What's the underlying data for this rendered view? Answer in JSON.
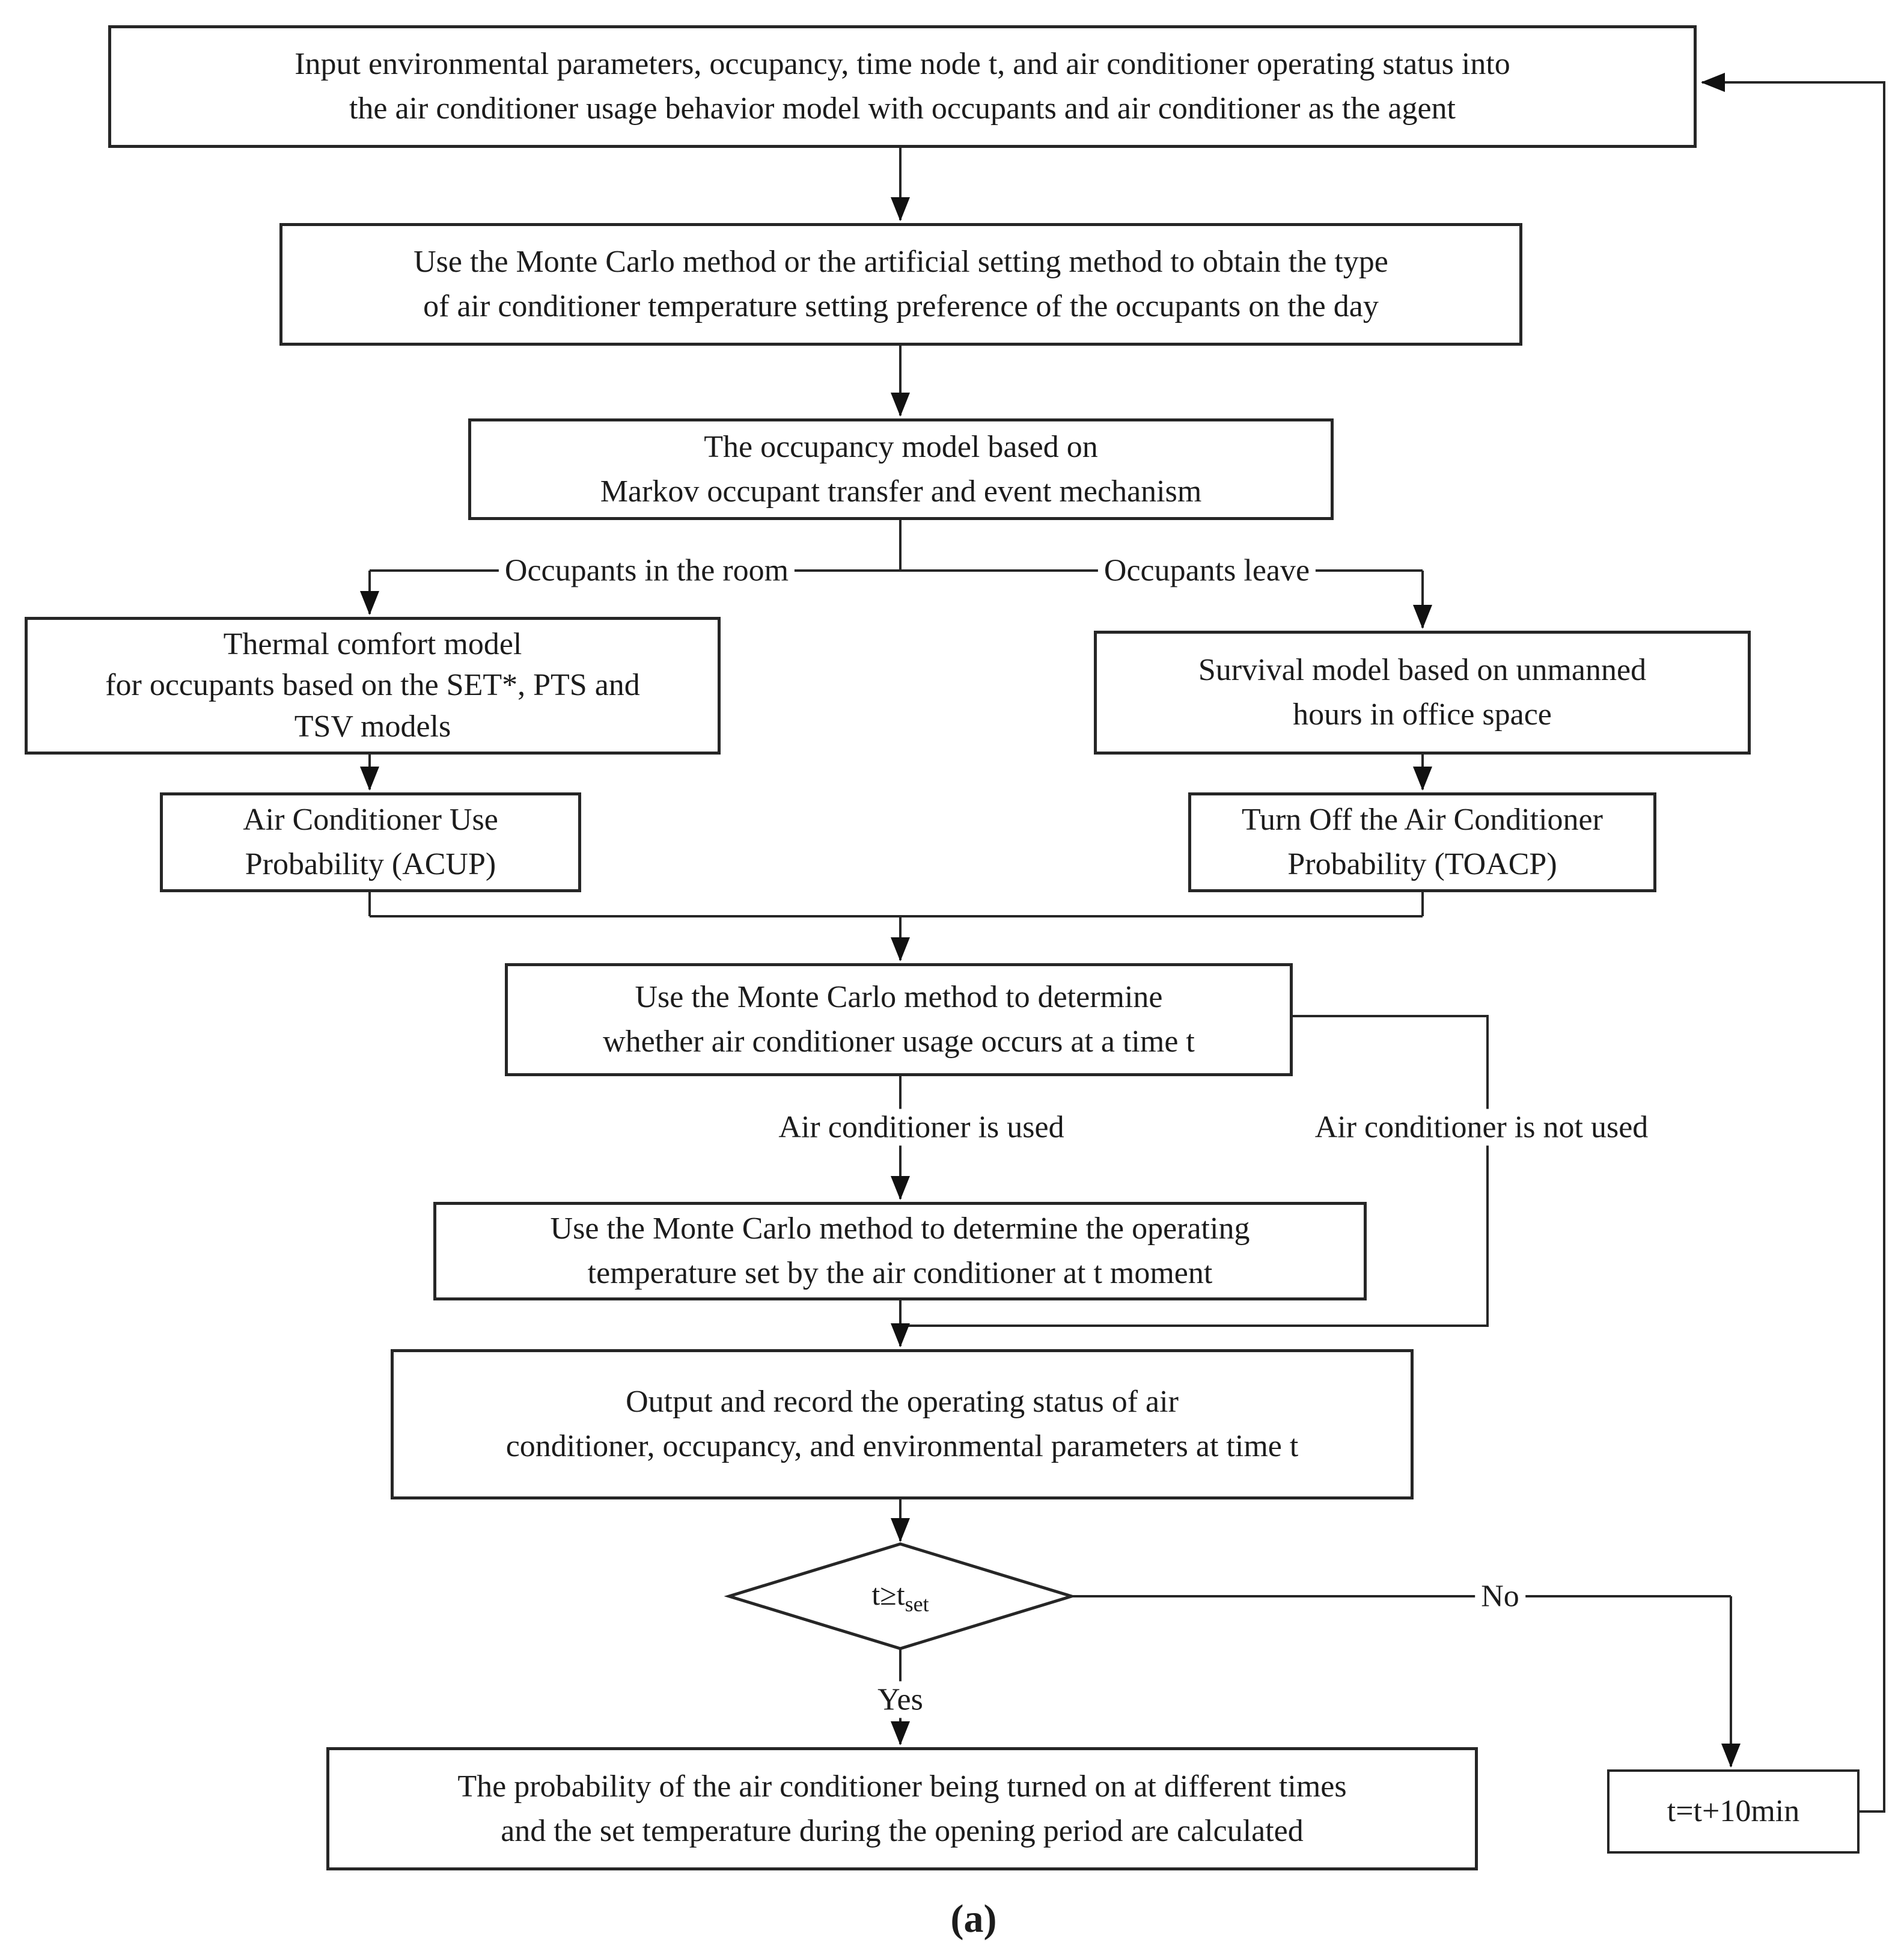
{
  "figure": {
    "caption": "(a)"
  },
  "colors": {
    "line": "#262626",
    "arrow": "#111111",
    "text": "#1c1c1c",
    "background": "#ffffff"
  },
  "nodes": {
    "input": {
      "text": "Input environmental parameters, occupancy, time node t, and air conditioner operating status into\nthe air conditioner usage behavior model with occupants and air conditioner as the agent"
    },
    "preference": {
      "text": "Use the Monte Carlo method or the artificial setting method to obtain the type\nof air conditioner temperature setting preference of the occupants on the day"
    },
    "occupancy_model": {
      "text": "The occupancy model based on\nMarkov occupant transfer and event mechanism"
    },
    "thermal_comfort": {
      "text": "Thermal comfort model\nfor occupants based on the SET*, PTS and\nTSV models"
    },
    "acup": {
      "text": "Air Conditioner Use\nProbability (ACUP)"
    },
    "survival": {
      "text": "Survival model based on unmanned\nhours in office space"
    },
    "toacp": {
      "text": "Turn Off the Air Conditioner\nProbability (TOACP)"
    },
    "determine_usage": {
      "text": "Use the Monte Carlo method to determine\nwhether air conditioner usage occurs at a time t"
    },
    "determine_temperature": {
      "text": "Use the Monte Carlo method to determine the operating\ntemperature set by the air conditioner at t moment"
    },
    "output_record": {
      "text": "Output and record the operating status of air\nconditioner, occupancy, and environmental parameters at time t"
    },
    "decision": {
      "text_main": "t≥t",
      "text_sub": "set"
    },
    "result": {
      "text": "The probability of the air conditioner being turned on at different times\nand the set temperature during the opening period are calculated"
    },
    "increment_time": {
      "text": "t=t+10min"
    }
  },
  "edge_labels": {
    "occupants_in_room": "Occupants in the room",
    "occupants_leave": "Occupants leave",
    "ac_used": "Air conditioner is used",
    "ac_not_used": "Air conditioner is not used",
    "yes": "Yes",
    "no": "No"
  }
}
